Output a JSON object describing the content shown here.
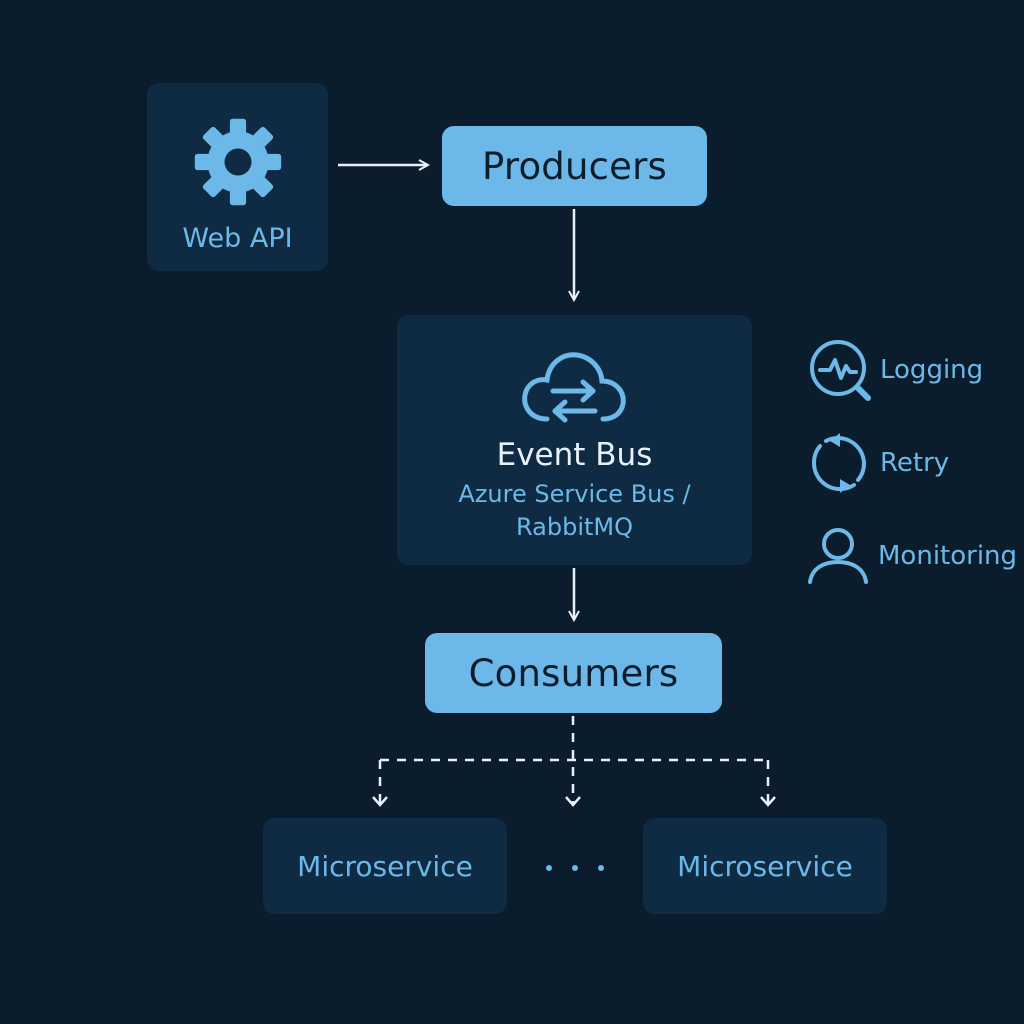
{
  "nodes": {
    "web_api": "Web API",
    "producers": "Producers",
    "event_bus": {
      "title": "Event Bus",
      "subtitle_line1": "Azure Service Bus /",
      "subtitle_line2": "RabbitMQ"
    },
    "consumers": "Consumers",
    "microservices": [
      "Microservice",
      "Microservice"
    ],
    "ellipsis": "· · ·"
  },
  "side_features": [
    {
      "label": "Logging",
      "icon": "logging-icon"
    },
    {
      "label": "Retry",
      "icon": "retry-icon"
    },
    {
      "label": "Monitoring",
      "icon": "monitoring-icon"
    }
  ],
  "edges": [
    {
      "from": "web_api",
      "to": "producers",
      "style": "solid"
    },
    {
      "from": "producers",
      "to": "event_bus",
      "style": "solid"
    },
    {
      "from": "event_bus",
      "to": "consumers",
      "style": "solid"
    },
    {
      "from": "consumers",
      "to": "microservice-1",
      "style": "dashed"
    },
    {
      "from": "consumers",
      "to": "ellipsis",
      "style": "dashed"
    },
    {
      "from": "consumers",
      "to": "microservice-2",
      "style": "dashed"
    }
  ],
  "colors": {
    "background": "#0b1d2c",
    "panel": "#0f2b44",
    "accent": "#6cb8e8",
    "text_light": "#e8f1f8"
  }
}
